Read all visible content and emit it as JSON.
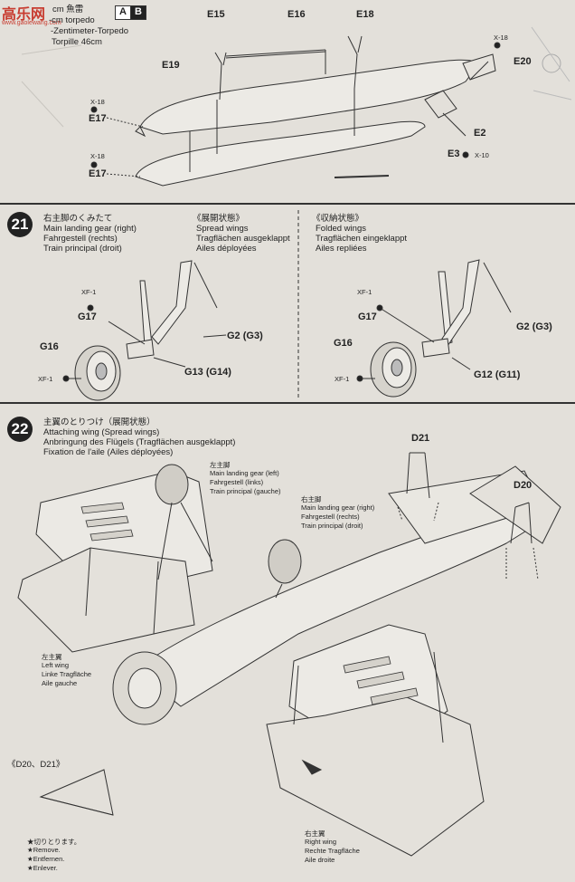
{
  "watermark": {
    "text": "高乐网",
    "url": "www.gaolewang.com"
  },
  "top": {
    "boxes": [
      "A",
      "B"
    ],
    "torpedo_lines": [
      "cm 魚雷",
      "-cm torpedo",
      "-Zentimeter-Torpedo",
      "Torpille 46cm"
    ],
    "parts": [
      "E15",
      "E16",
      "E18",
      "E19",
      "E17",
      "E17",
      "E20",
      "E2",
      "E3"
    ],
    "screws": [
      "X-18",
      "X-18",
      "X-18",
      "X-10"
    ]
  },
  "step21": {
    "number": "21",
    "title_lines": [
      "右主脚のくみたて",
      "Main landing gear (right)",
      "Fahrgestell (rechts)",
      "Train principal (droit)"
    ],
    "spread_lines": [
      "《展開状態》",
      "Spread wings",
      "Tragflächen ausgeklappt",
      "Ailes déployées"
    ],
    "folded_lines": [
      "《収納状態》",
      "Folded wings",
      "Tragflächen eingeklappt",
      "Ailes repliées"
    ],
    "left_parts": [
      "XF-1",
      "G17",
      "G16",
      "XF-1",
      "G2 (G3)",
      "G13 (G14)"
    ],
    "right_parts": [
      "XF-1",
      "G17",
      "G16",
      "XF-1",
      "G2 (G3)",
      "G12 (G11)"
    ]
  },
  "step22": {
    "number": "22",
    "title_lines": [
      "主翼のとりつけ（展開状態）",
      "Attaching wing (Spread wings)",
      "Anbringung des Flügels (Tragflächen ausgeklappt)",
      "Fixation de l'aile (Ailes déployées)"
    ],
    "left_gear_lines": [
      "左主脚",
      "Main landing gear (left)",
      "Fahrgestell (links)",
      "Train principal (gauche)"
    ],
    "right_gear_lines": [
      "右主脚",
      "Main landing gear (right)",
      "Fahrgestell (rechts)",
      "Train principal (droit)"
    ],
    "left_wing_lines": [
      "左主翼",
      "Left wing",
      "Linke Tragfläche",
      "Aile gauche"
    ],
    "right_wing_lines": [
      "右主翼",
      "Right wing",
      "Rechte Tragfläche",
      "Aile droite"
    ],
    "parts": [
      "D21",
      "D20"
    ],
    "remove_title": "《D20、D21》",
    "remove_lines": [
      "★切りとります。",
      "★Remove.",
      "★Entfernen.",
      "★Enlever."
    ]
  }
}
